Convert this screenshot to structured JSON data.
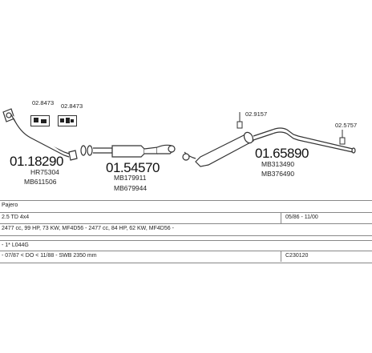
{
  "diagram": {
    "parts": [
      {
        "number": "01.18290",
        "refs": [
          "HR75304",
          "MB611506"
        ]
      },
      {
        "number": "01.54570",
        "refs": [
          "MB179911",
          "MB679944"
        ]
      },
      {
        "number": "01.65890",
        "refs": [
          "MB313490",
          "MB376490"
        ]
      }
    ],
    "accessories": {
      "left_a": "02.8473",
      "left_b": "02.8473",
      "mid": "02.9157",
      "right": "02.5757"
    }
  },
  "info": {
    "model": "Pajero",
    "engine": "2.5 TD 4x4",
    "date_range": "05/86 - 11/00",
    "engine_detail": "2477 cc, 99 HP, 73 KW, MF4D56 - 2477 cc, 84 HP, 62 KW, MF4D56 -",
    "chassis": "- 1* L044G",
    "variant": "- 07/87 < DO < 11/88 - SWB 2350 mm",
    "code": "C230120"
  },
  "colors": {
    "line": "#333333",
    "fill": "#ffffff",
    "accent": "#222222"
  }
}
